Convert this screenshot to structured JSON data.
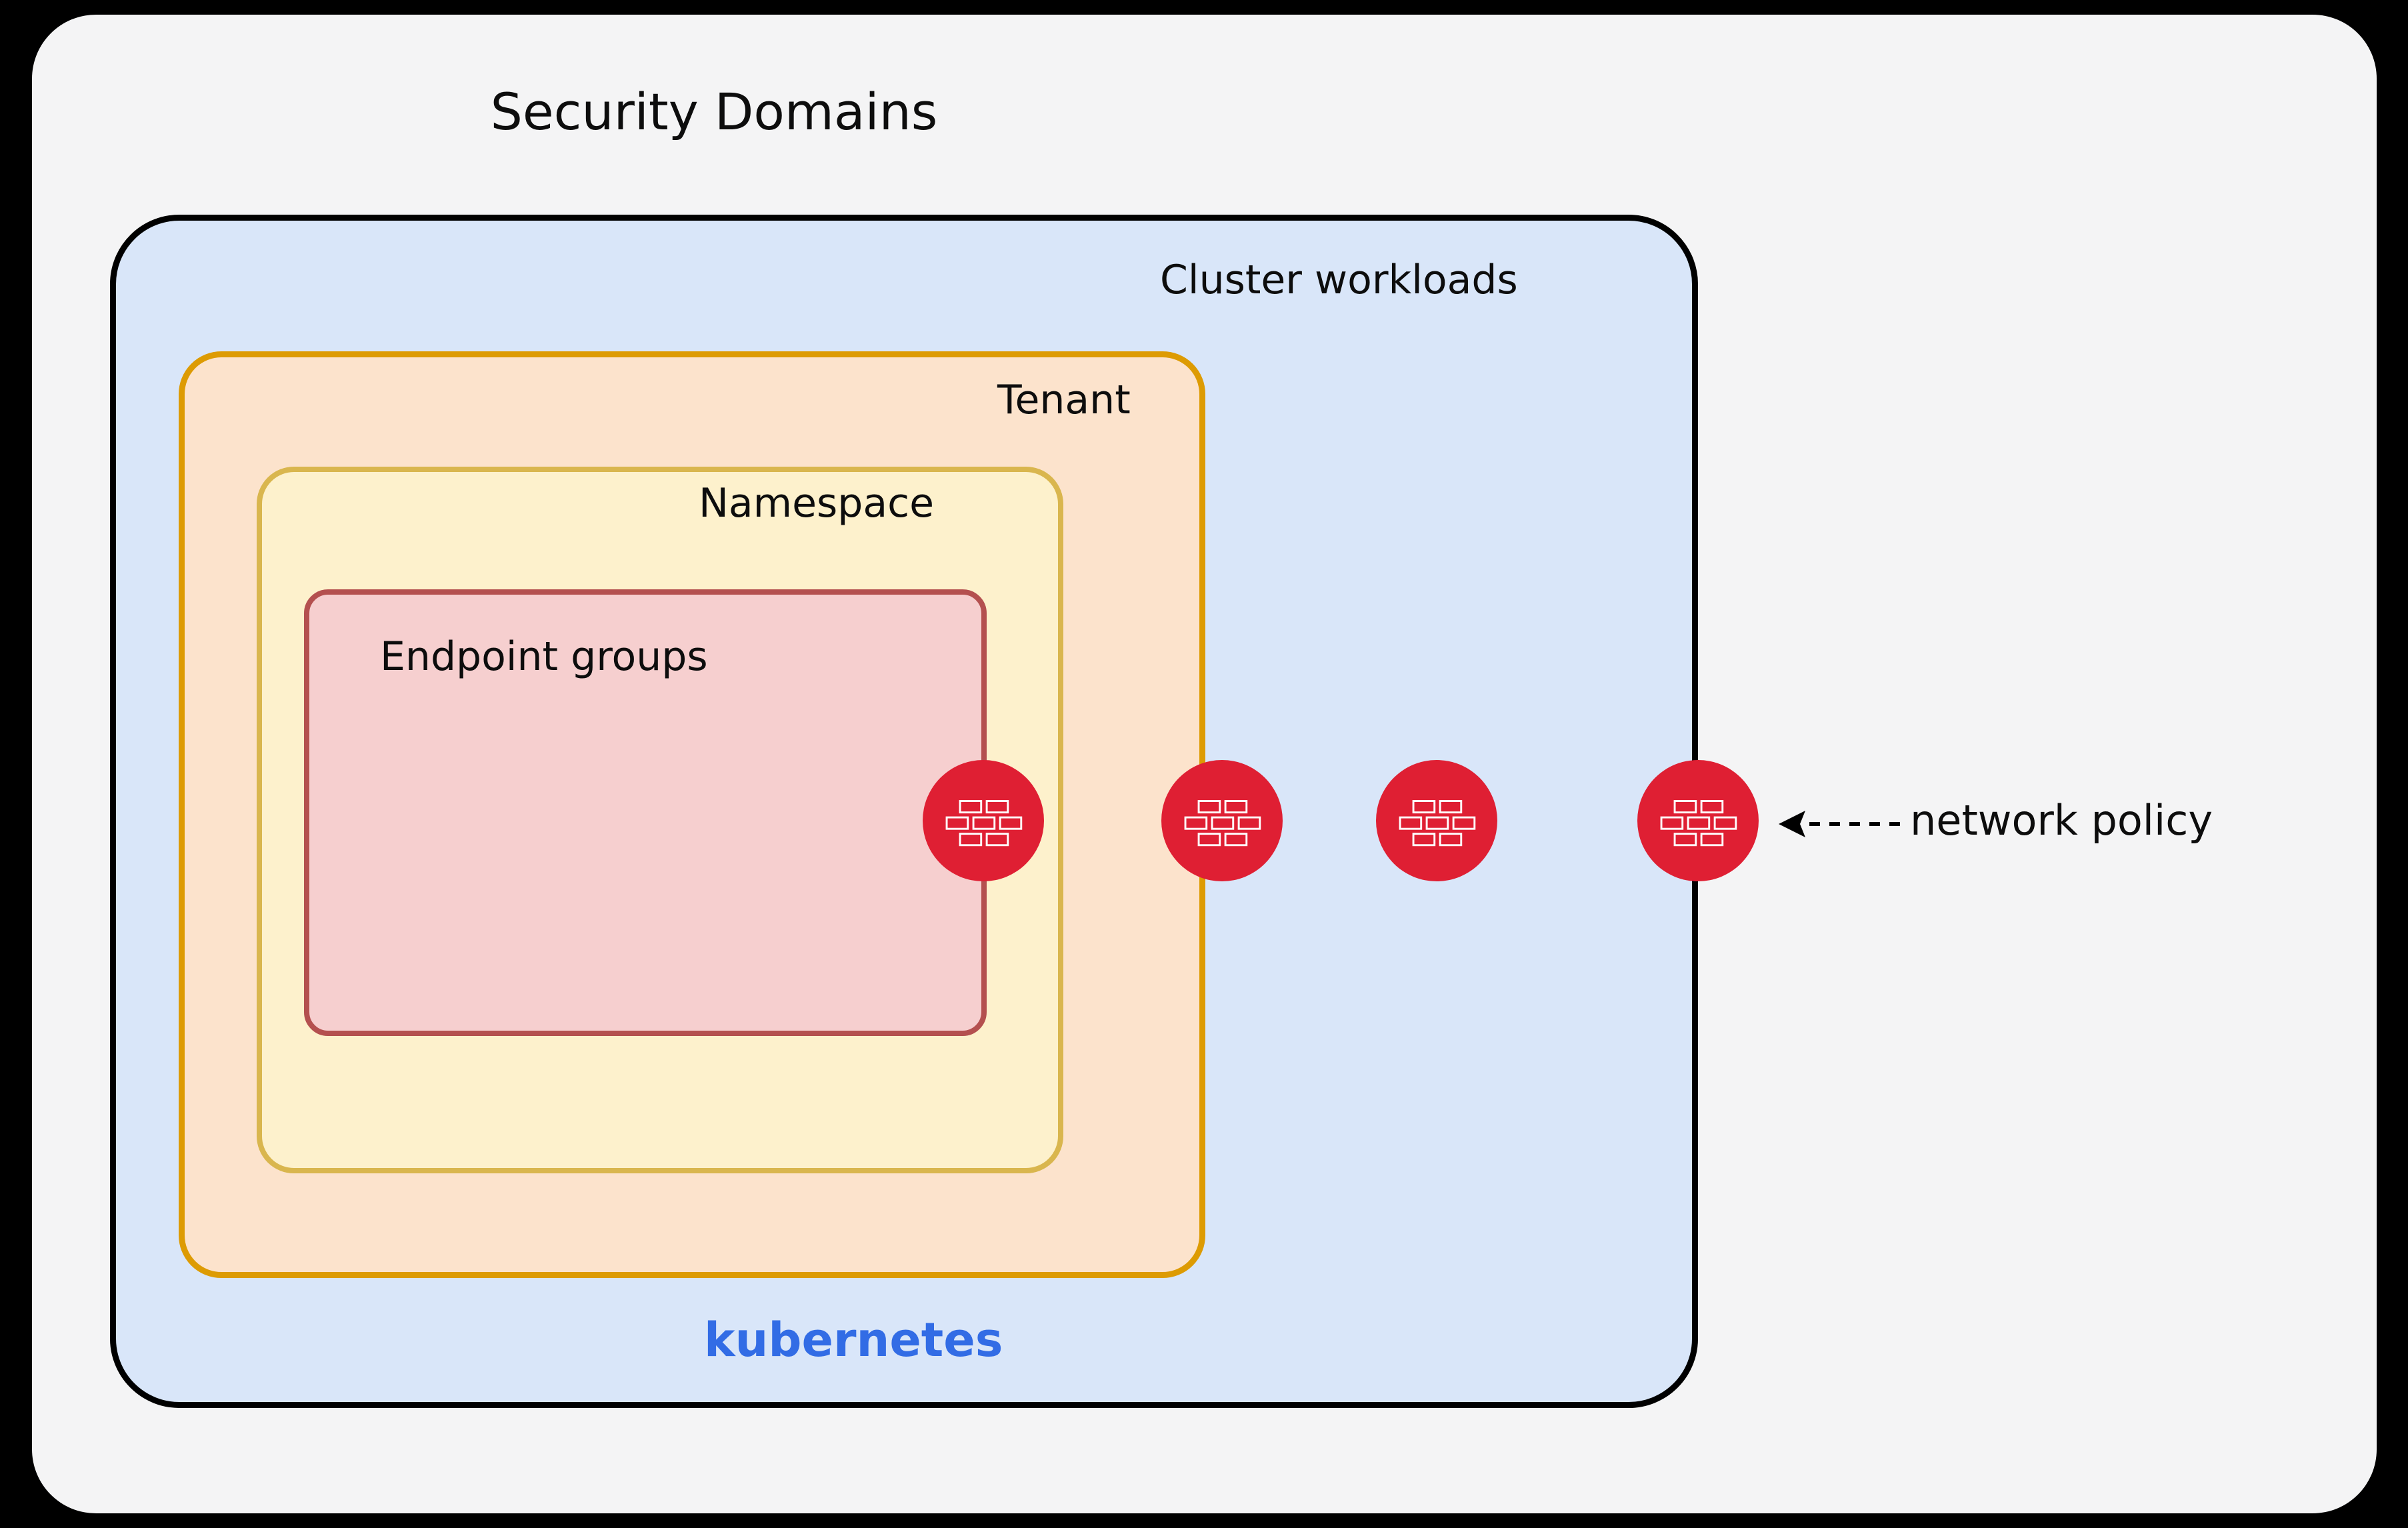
{
  "diagram": {
    "title": "Security Domains",
    "layers": [
      {
        "id": "security-domains",
        "label": "Security Domains",
        "fill": "#F4F4F5",
        "stroke": "#F4F4F5"
      },
      {
        "id": "cluster-workloads",
        "label": "Cluster workloads",
        "fill": "#D9E6F9",
        "stroke": "#000000"
      },
      {
        "id": "tenant",
        "label": "Tenant",
        "fill": "#FCE3CC",
        "stroke": "#DD9B03"
      },
      {
        "id": "namespace",
        "label": "Namespace",
        "fill": "#FDF1CC",
        "stroke": "#D9B64E"
      },
      {
        "id": "endpoint-groups",
        "label": "Endpoint groups",
        "fill": "#F6CFCF",
        "stroke": "#B4504F"
      }
    ],
    "platform_label": "kubernetes",
    "platform_color": "#326CE5",
    "annotation": {
      "label": "network policy",
      "arrow": "dashed-left-arrow",
      "icon": "firewall-icon",
      "icon_color": "#DF1F33",
      "count": 4
    },
    "firewall_badges": [
      {
        "name": "firewall-on-endpoint-groups-boundary"
      },
      {
        "name": "firewall-on-namespace-boundary"
      },
      {
        "name": "firewall-on-tenant-boundary"
      },
      {
        "name": "firewall-on-cluster-boundary"
      }
    ]
  }
}
